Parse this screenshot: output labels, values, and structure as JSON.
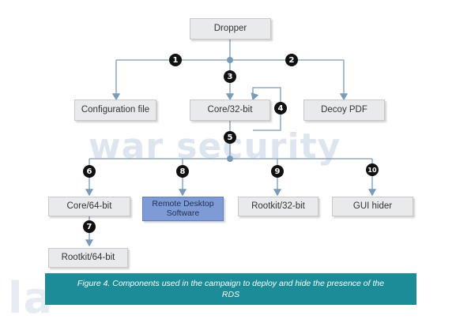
{
  "watermark": {
    "line1": "war security",
    "line2": "la"
  },
  "nodes": {
    "dropper": "Dropper",
    "config": "Configuration file",
    "core32": "Core/32-bit",
    "decoy": "Decoy PDF",
    "core64": "Core/64-bit",
    "rds": "Remote Desktop Software",
    "rootkit32": "Rootkit/32-bit",
    "gui": "GUI hider",
    "rootkit64": "Rootkit/64-bit"
  },
  "steps": [
    "1",
    "2",
    "3",
    "4",
    "5",
    "6",
    "7",
    "8",
    "9",
    "10"
  ],
  "caption": "Figure 4. Components used in the campaign to deploy and hide the presence of the RDS",
  "colors": {
    "line": "#7a9bb8",
    "hub": "#7a9bb8",
    "caption_bg": "#1b8c98",
    "rds_box": "#7f9bd6"
  }
}
